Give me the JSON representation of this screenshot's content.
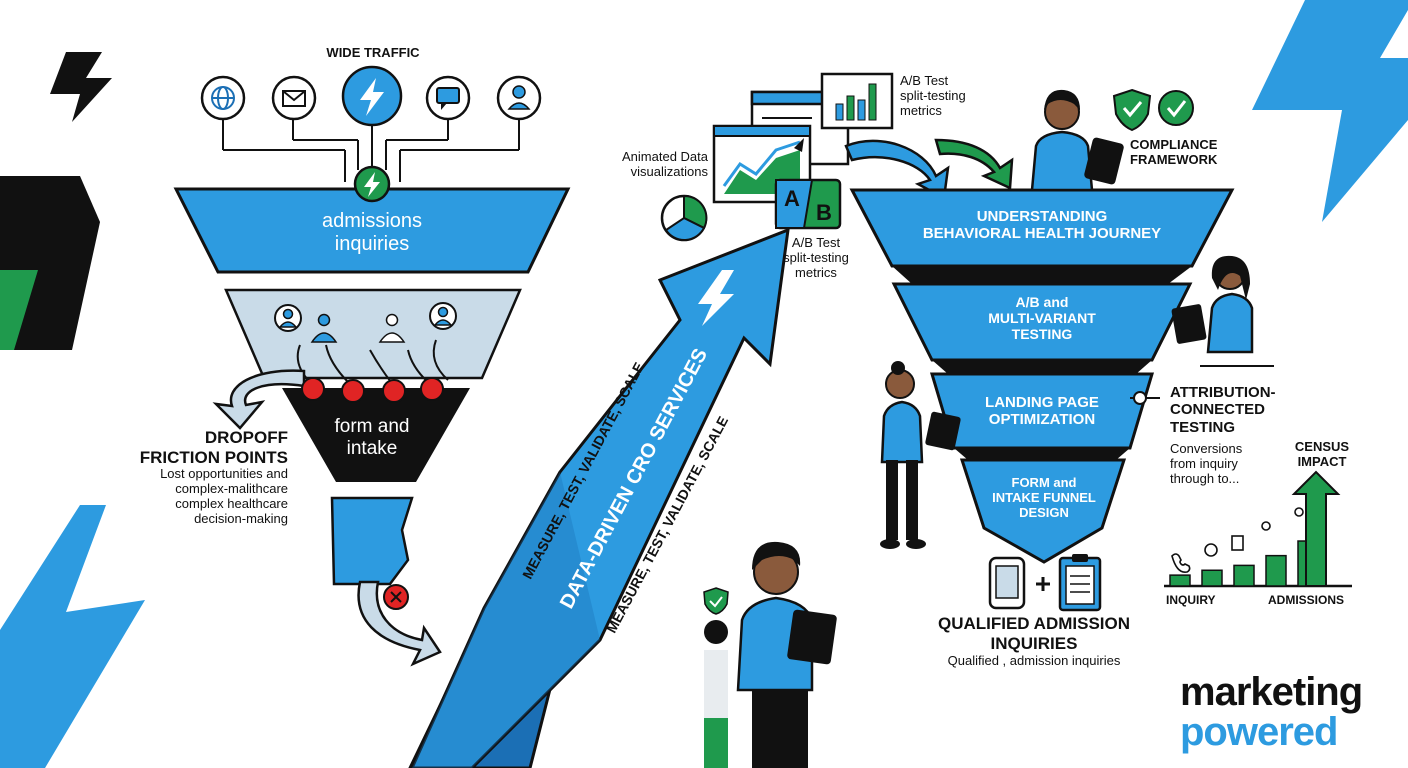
{
  "colors": {
    "blue": "#2d9be0",
    "dark_blue": "#1b6fb5",
    "green": "#1f9a4d",
    "black": "#111111",
    "light_blue": "#c9dbe8",
    "red": "#e02424"
  },
  "left_funnel": {
    "traffic_title": "WIDE TRAFFIC",
    "traffic_icons": [
      "globe-icon",
      "mail-icon",
      "lightning-bolt-icon",
      "chat-bubble-icon",
      "user-icon"
    ],
    "top_label": [
      "admissions",
      "inquiries"
    ],
    "bottom_label": [
      "form and",
      "intake"
    ]
  },
  "dropoff": {
    "title": [
      "DROPOFF",
      "FRICTION POINTS"
    ],
    "description": [
      "Lost opportunities and",
      "complex-malithcare",
      "complex healthcare",
      "decision-making"
    ]
  },
  "arrow": {
    "main_label": "DATA-DRIVEN CRO SERVICES",
    "motto_top": "MEASURE, TEST, VALIDATE, SCALE",
    "motto_bottom": "MEASURE, TEST, VALIDATE, SCALE"
  },
  "analytics": {
    "viz_label": [
      "Animated Data",
      "visualizations"
    ],
    "ab_top_label": [
      "A/B Test",
      "split-testing",
      "metrics"
    ],
    "ab_bottom_label": [
      "A/B Test",
      "split-testing",
      "metrics"
    ],
    "ab_card_a": "A",
    "ab_card_b": "B"
  },
  "compliance": {
    "label": [
      "COMPLIANCE",
      "FRAMEWORK"
    ]
  },
  "right_funnel": {
    "stage1": [
      "UNDERSTANDING",
      "BEHAVIORAL HEALTH JOURNEY"
    ],
    "stage2": [
      "A/B and",
      "MULTI-VARIANT",
      "TESTING"
    ],
    "stage3": [
      "LANDING PAGE",
      "OPTIMIZATION"
    ],
    "stage4": [
      "FORM and",
      "INTAKE FUNNEL",
      "DESIGN"
    ]
  },
  "attribution": {
    "title": [
      "ATTRIBUTION-",
      "CONNECTED",
      "TESTING"
    ],
    "description": [
      "Conversions",
      "from inquiry",
      "through to..."
    ]
  },
  "census": {
    "title": [
      "CENSUS",
      "IMPACT"
    ],
    "x_start": "INQUIRY",
    "x_end": "ADMISSIONS"
  },
  "chart_data": {
    "type": "bar",
    "title": "CENSUS IMPACT",
    "categories": [
      "",
      "",
      "",
      "",
      "",
      ""
    ],
    "values": [
      1,
      2,
      3,
      5,
      8,
      14
    ],
    "xlabel": "",
    "ylabel": "",
    "x_axis_start_label": "INQUIRY",
    "x_axis_end_label": "ADMISSIONS",
    "trend_arrow": "up",
    "grid": false,
    "bar_color": "#1f9a4d"
  },
  "qualified": {
    "title": [
      "QUALIFIED ADMISSION",
      "INQUIRIES"
    ],
    "subtitle": "Qualified , admission inquiries"
  },
  "brand": {
    "line1": "marketing",
    "line2": "powered"
  }
}
